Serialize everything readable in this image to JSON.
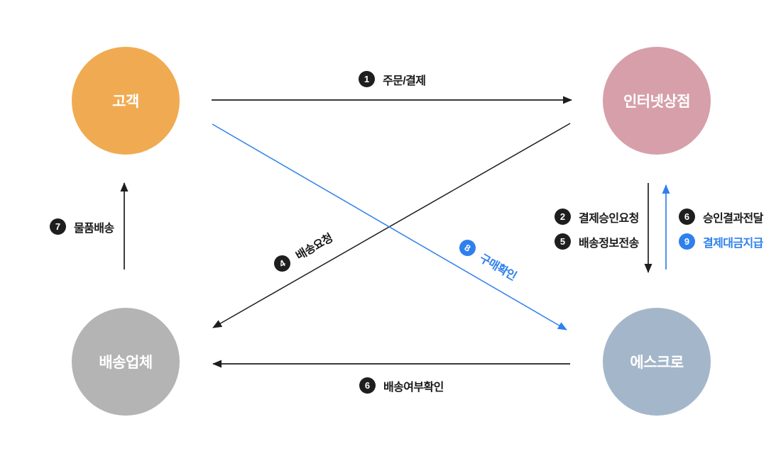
{
  "canvas": {
    "width": "1100",
    "height": "650"
  },
  "colors": {
    "background": "#FFFFFF",
    "arrow_black": "#1E1E1E",
    "arrow_blue": "#2F80ED",
    "badge_black": "#1E1E1E",
    "badge_blue": "#2F80ED",
    "label_text_black": "#1A1A1A",
    "label_text_blue": "#2F80ED",
    "node_text": "#FFFFFF"
  },
  "nodes": {
    "customer": {
      "label": "고객",
      "color": "#F0AB52"
    },
    "internet_store": {
      "label": "인터넷상점",
      "color": "#D69FA9"
    },
    "delivery_company": {
      "label": "배송업체",
      "color": "#B4B4B4"
    },
    "escrow": {
      "label": "에스크로",
      "color": "#A4B6CA"
    }
  },
  "flows": {
    "order_payment": {
      "num": "1",
      "text": "주문/결제"
    },
    "payment_approval_request": {
      "num": "2",
      "text": "결제승인요청"
    },
    "delivery_info_send": {
      "num": "5",
      "text": "배송정보전송"
    },
    "approval_result": {
      "num": "6",
      "text": "승인결과전달"
    },
    "payment_disbursement": {
      "num": "9",
      "text": "결제대금지급"
    },
    "delivery_request": {
      "num": "4",
      "text": "배송요청"
    },
    "purchase_confirm": {
      "num": "8",
      "text": "구매확인"
    },
    "delivery_check": {
      "num": "6",
      "text": "배송여부확인"
    },
    "goods_delivery": {
      "num": "7",
      "text": "물품배송"
    }
  }
}
